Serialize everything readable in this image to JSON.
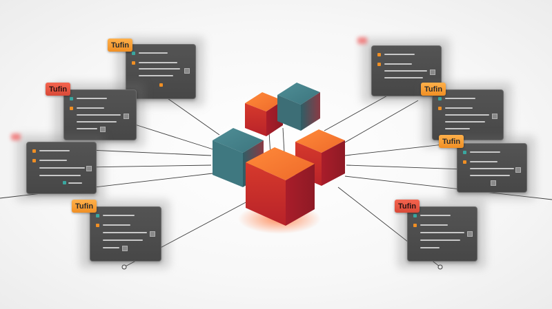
{
  "brand_label": "Tufin",
  "colors": {
    "orange": "#f08f24",
    "red": "#d94a38",
    "teal": "#3f7d86",
    "panel": "#4b4b4b",
    "line": "#3a3a3a"
  },
  "cards": [
    {
      "id": "card-1",
      "badge": "Tufin",
      "badge_color": "orange"
    },
    {
      "id": "card-2",
      "badge": "Tufin",
      "badge_color": "red"
    },
    {
      "id": "card-3",
      "badge": "",
      "badge_color": "ghost"
    },
    {
      "id": "card-4",
      "badge": "Tufin",
      "badge_color": "orange"
    },
    {
      "id": "card-5",
      "badge": "",
      "badge_color": "ghost"
    },
    {
      "id": "card-6",
      "badge": "Tufin",
      "badge_color": "orange"
    },
    {
      "id": "card-7",
      "badge": "Tufin",
      "badge_color": "orange"
    },
    {
      "id": "card-8",
      "badge": "Tufin",
      "badge_color": "red"
    }
  ]
}
